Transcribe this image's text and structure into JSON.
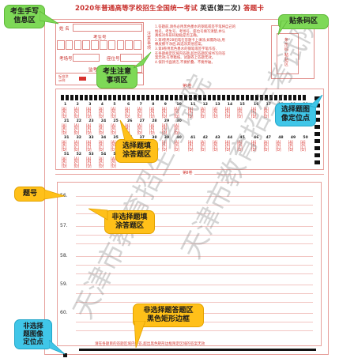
{
  "header": {
    "title": "2020年普通高等学校招生全国统一考试",
    "subject": "英语(第二次)",
    "card": "答题卡"
  },
  "candidate_fields": {
    "name_label": "姓  名",
    "exam_no_label": "考生号",
    "exam_site_label": "考场号",
    "seat_label": "座位号",
    "proctor_label": "监考员",
    "sign_label": "标准涂",
    "sample_label": "示例"
  },
  "notice_title": "注意事项",
  "notice_lines": [
    "1.答题前,请务必用黑色墨水的钢笔或签字笔将自己的",
    "姓名、考生号、考场号、座位号填写清楚,并认",
    "真核对条形码粘贴是否正确。",
    "2.第Ⅰ卷用2B铅笔在答题卡上填涂,如需改动,用",
    "橡皮擦干净后,再选涂其他答案。",
    "3.第Ⅱ卷用黑色墨水的钢笔或签字笔作答,",
    "在各题规定区域内答题,超出答题区域书写的答",
    "案无效;在草稿纸、试题卷上答题无效。",
    "4.保持卡面清洁,不要折叠、不要弄破。"
  ],
  "barcode_zone_label": "条形码粘贴区",
  "section1_label": "第Ⅰ卷",
  "section2_label": "第Ⅱ卷",
  "mc_rows": [
    [
      "1",
      "2",
      "3",
      "4",
      "5",
      "6",
      "7",
      "8",
      "9",
      "10",
      "11",
      "12",
      "13",
      "14",
      "15",
      "16",
      "17",
      "18",
      "19",
      "20"
    ],
    [
      "21",
      "22",
      "23",
      "24",
      "25",
      "26",
      "27",
      "28",
      "29",
      "30"
    ],
    [
      "31",
      "32",
      "33",
      "34",
      "35",
      "36",
      "37",
      "38",
      "39",
      "40",
      "41",
      "42",
      "43",
      "44",
      "45",
      "46",
      "47",
      "48",
      "49",
      "50"
    ],
    [
      "51",
      "52",
      "53",
      "54",
      "55"
    ]
  ],
  "options": [
    "[A]",
    "[B]",
    "[C]",
    "[D]"
  ],
  "written_questions": [
    "56.",
    "57.",
    "58.",
    "59.",
    "60."
  ],
  "footer_note": "请在各题目的答题区域内作答,超出黑色矩形边框限定区域的答案无效",
  "callouts": {
    "candidate_handwriting": "考生手写\n信息区",
    "candidate_notice": "考生注意\n事项区",
    "barcode": "贴条码区",
    "mc_locator": "选择题图\n像定位点",
    "mc_answer": "选择题填\n涂答题区",
    "question_number": "题号",
    "non_mc_answer": "非选择题填\n涂答题区",
    "non_mc_border": "非选择题答题区\n黑色矩形边框",
    "non_mc_locator": "非选择\n题图像\n定位点"
  },
  "watermarks": [
    "天津市教育招生考试院",
    "天津市教育招生考试院"
  ],
  "colors": {
    "red": "#d8322e",
    "green": "#7ed957",
    "cyan": "#40c6e8",
    "yellow": "#ffc019",
    "black": "#111111"
  }
}
